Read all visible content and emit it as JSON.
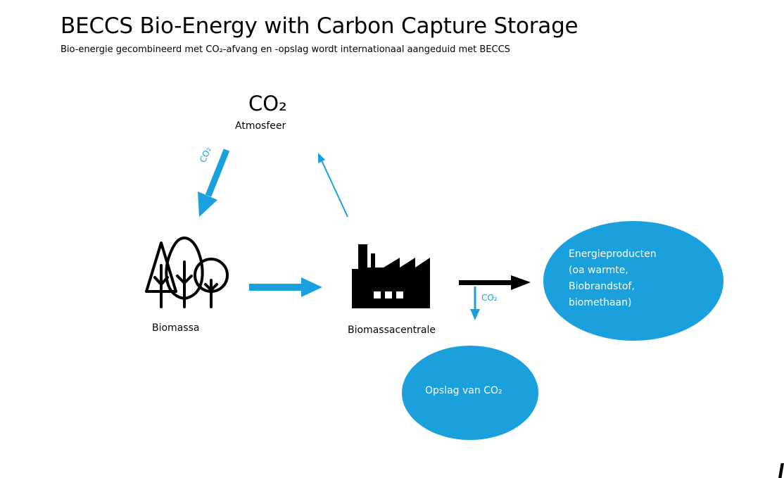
{
  "header": {
    "title": "BECCS Bio-Energy with Carbon Capture Storage",
    "subtitle": "Bio-energie gecombineerd met CO₂-afvang en -opslag wordt internationaal aangeduid met BECCS"
  },
  "diagram": {
    "atmosphere": {
      "formula": "CO₂",
      "label": "Atmosfeer"
    },
    "biomass": {
      "label": "Biomassa",
      "icon": "trees-icon"
    },
    "plant": {
      "label": "Biomassacentrale",
      "icon": "factory-icon"
    },
    "arrow_labels": {
      "to_biomass": "CO₂",
      "to_storage": "CO₂"
    },
    "energy_products": {
      "lines": [
        "Energieproducten",
        "(oa warmte,",
        "Biobrandstof,",
        "biomethaan)"
      ]
    },
    "storage": {
      "label": "Opslag van CO₂"
    }
  },
  "colors": {
    "accent": "#1aa0dc",
    "text": "#000000",
    "background": "#ffffff"
  }
}
